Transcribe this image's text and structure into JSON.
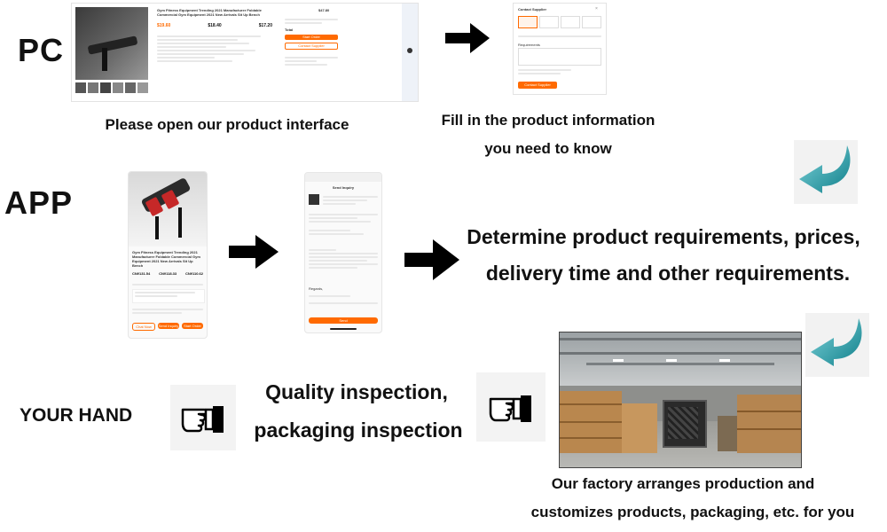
{
  "rows": {
    "pc_label": "PC",
    "app_label": "APP",
    "hand_label": "YOUR HAND"
  },
  "captions": {
    "pc_step1": "Please open our product interface",
    "pc_step2_line1": "Fill in the product information",
    "pc_step2_line2": "you need to know",
    "determine_line1": "Determine product requirements, prices,",
    "determine_line2": "delivery time and other requirements.",
    "quality_line1": "Quality inspection,",
    "quality_line2": "packaging inspection",
    "factory_line1": "Our factory arranges production and",
    "factory_line2": "customizes products, packaging, etc. for you"
  },
  "pc_product_page": {
    "title": "Gym Fitness Equipment Trending 2021 Manufacturer Foldable Commercial Gym Equipment 2021 New Arrivals Sit Up Bench",
    "price_1": "$19.60",
    "price_2": "$18.40",
    "price_3": "$17.20",
    "order_label": "Start Order",
    "contact_label": "Contact Supplier",
    "total_label": "Total",
    "shipping_price": "$47.80"
  },
  "contact_form": {
    "title": "Contact Supplier",
    "requirements_label": "Requirements",
    "submit_label": "Contact Supplier"
  },
  "app_product": {
    "title": "Gym Fitness Equipment Trending 2021 Manufacturer Foldable Commercial Gym Equipment 2021 New Arrivals Sit Up Bench",
    "price_1": "CN¥131.54",
    "price_2": "CN¥118.33",
    "price_3": "CN¥110.62",
    "chat_label": "Chat Now",
    "inquiry_label": "Send Inquiry",
    "order_label": "Start Order"
  },
  "app_inquiry": {
    "title": "Send Inquiry",
    "send_label": "Send",
    "regards": "Regards,"
  },
  "colors": {
    "accent": "#ff6a00",
    "teal": "#1a9aa5",
    "black_arrow": "#000000"
  },
  "icons": {
    "right_arrow": "right-arrow-icon",
    "curved_arrow": "curved-return-arrow-icon",
    "hand": "pointing-hand-icon"
  }
}
